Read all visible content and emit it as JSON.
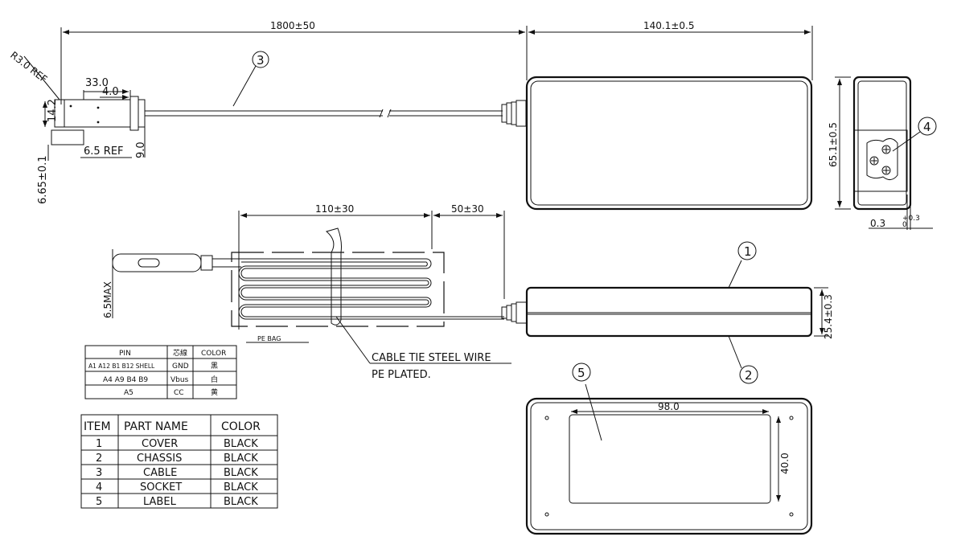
{
  "dimensions": {
    "total_length": "1800±50",
    "body_length": "140.1±0.5",
    "plug_radius": "R3.0 REF",
    "plug_length": "33.0",
    "plug_tip": "4.0",
    "plug_height": "14.2",
    "plug_ref": "6.5 REF",
    "plug_offset": "9.0",
    "plug_base": "6.65±0.1",
    "body_width": "65.1±0.5",
    "socket_offset": "0.3",
    "socket_offset_tol": "+0.3",
    "socket_offset_tol_low": "0",
    "coil_length": "110±30",
    "tail_length": "50±30",
    "plug_max": "6.5MAX",
    "body_height": "25.4±0.3",
    "label_width": "98.0",
    "label_height": "40.0"
  },
  "callouts": [
    "1",
    "2",
    "3",
    "4",
    "5"
  ],
  "notes": {
    "pe_bag": "PE BAG",
    "cable_tie_line1": "CABLE TIE STEEL WIRE",
    "cable_tie_line2": "PE PLATED."
  },
  "pin_table": {
    "headers": [
      "PIN",
      "芯線",
      "COLOR"
    ],
    "rows": [
      [
        "A1 A12 B1 B12 SHELL",
        "GND",
        "黑"
      ],
      [
        "A4 A9 B4 B9",
        "Vbus",
        "白"
      ],
      [
        "A5",
        "CC",
        "黄"
      ]
    ]
  },
  "parts_table": {
    "headers": [
      "ITEM",
      "PART NAME",
      "COLOR"
    ],
    "rows": [
      [
        "1",
        "COVER",
        "BLACK"
      ],
      [
        "2",
        "CHASSIS",
        "BLACK"
      ],
      [
        "3",
        "CABLE",
        "BLACK"
      ],
      [
        "4",
        "SOCKET",
        "BLACK"
      ],
      [
        "5",
        "LABEL",
        "BLACK"
      ]
    ]
  }
}
